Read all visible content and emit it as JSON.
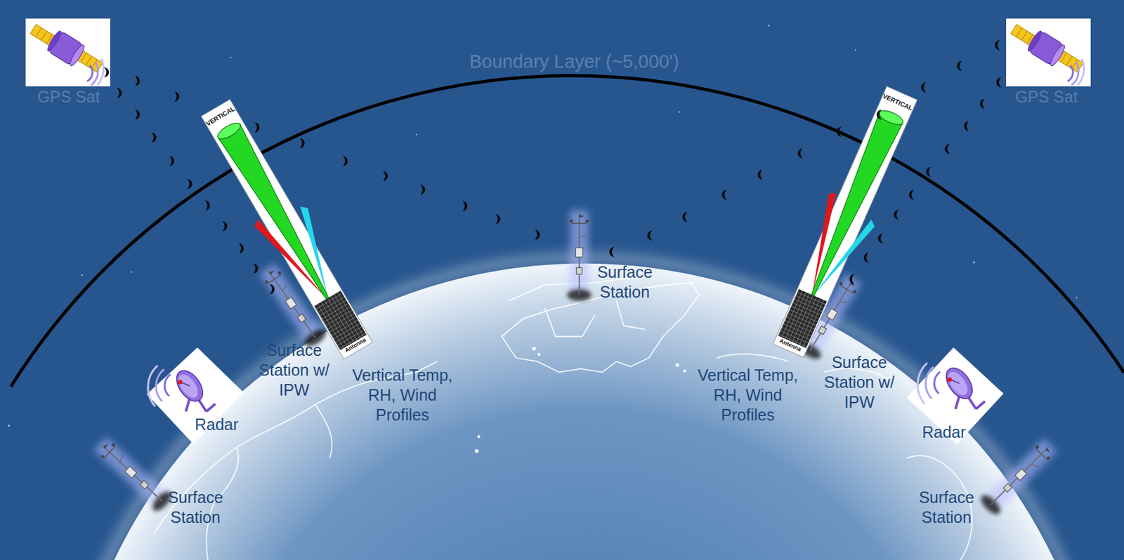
{
  "diagram": {
    "nodes": [
      {
        "text": [
          "GPS Sat"
        ]
      },
      {
        "text": [
          "GPS Sat"
        ]
      },
      {
        "text": [
          "Radar"
        ]
      },
      {
        "text": [
          "Radar"
        ]
      }
    ],
    "labels": [
      "Boundary Layer (~5,000')",
      "VERTICAL",
      "VERTICAL",
      "Surface Station",
      "Surface Station w/ IPW",
      "Vertical Temp, RH, Wind Profiles",
      "Vertical Temp, RH, Wind Profiles",
      "Surface Station w/ IPW",
      "Antenna",
      "Antenna",
      "Surface Station",
      "Surface Station"
    ]
  }
}
